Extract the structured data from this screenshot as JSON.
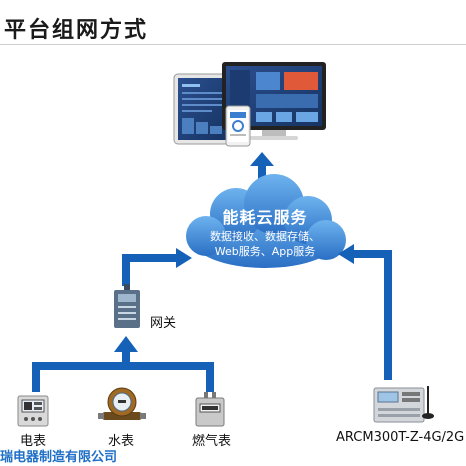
{
  "title": "平台组网方式",
  "cloud": {
    "title": "能耗云服务",
    "line1": "数据接收、数据存储、",
    "line2": "Web服务、App服务"
  },
  "gateway": {
    "label": "网关"
  },
  "meters": {
    "electric": "电表",
    "water": "水表",
    "gas": "燃气表"
  },
  "device": {
    "label": "ARCM300T-Z-4G/2G"
  },
  "watermark": "瑞电器制造有限公司",
  "colors": {
    "arrow": "#1561b8",
    "cloud": "#3a86d6"
  }
}
